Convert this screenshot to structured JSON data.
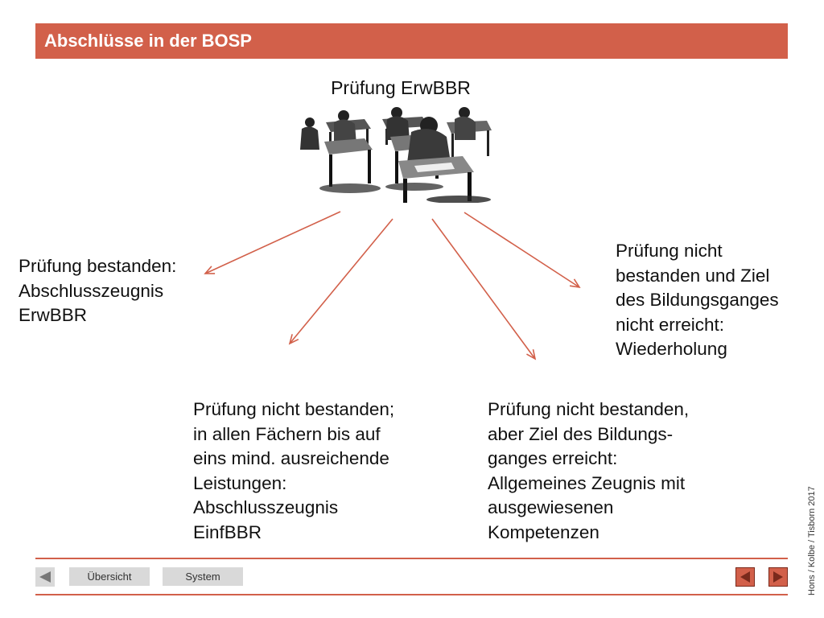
{
  "slide": {
    "title": "Abschlüsse in der BOSP"
  },
  "center": {
    "label": "Prüfung ErwBBR"
  },
  "outcomes": {
    "passed": "Prüfung bestanden:\nAbschlusszeugnis\nErwBBR",
    "failed_einf": "Prüfung nicht bestanden;\nin allen Fächern bis auf\neins mind. ausreichende\nLeistungen:\nAbschlusszeugnis\nEinfBBR",
    "failed_goal_reached": "Prüfung nicht bestanden,\naber Ziel des Bildungs-\nganges erreicht:\nAllgemeines Zeugnis mit\nausgewiesenen\nKompetenzen",
    "failed_repeat": "Prüfung nicht\nbestanden und Ziel\ndes Bildungsganges\nnicht erreicht:\nWiederholung"
  },
  "footer": {
    "overview_label": "Übersicht",
    "system_label": "System",
    "credit": "Hons / Kolbe / Tisborn 2017"
  },
  "colors": {
    "accent": "#d2604a",
    "button_gray": "#d9d9d9"
  },
  "icons": [
    "classroom-exam-illustration",
    "back-arrow-icon",
    "prev-arrow-icon",
    "next-arrow-icon"
  ]
}
